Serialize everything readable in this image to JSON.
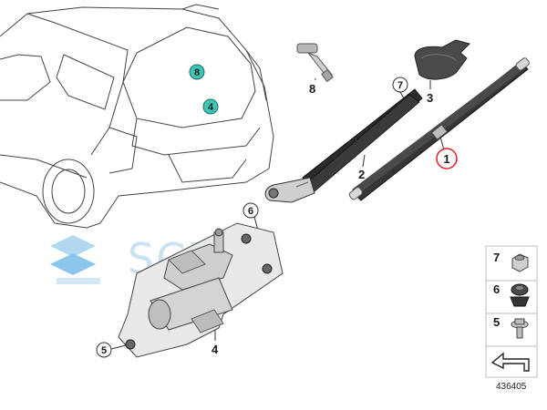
{
  "callouts": {
    "part1": "1",
    "part2": "2",
    "part3": "3",
    "part4": "4",
    "part5": "5",
    "part6": "6",
    "part7": "7",
    "part8": "8"
  },
  "car_markers": {
    "upper": "8",
    "lower": "4"
  },
  "legend": {
    "item7": "7",
    "item6": "6",
    "item5": "5"
  },
  "watermark": "SCN",
  "reference_number": "436405",
  "colors": {
    "car_marker_fill": "#3cc4b4",
    "highlight_circle": "#e02020",
    "line_art": "#333333",
    "watermark": "#c6dff1"
  }
}
